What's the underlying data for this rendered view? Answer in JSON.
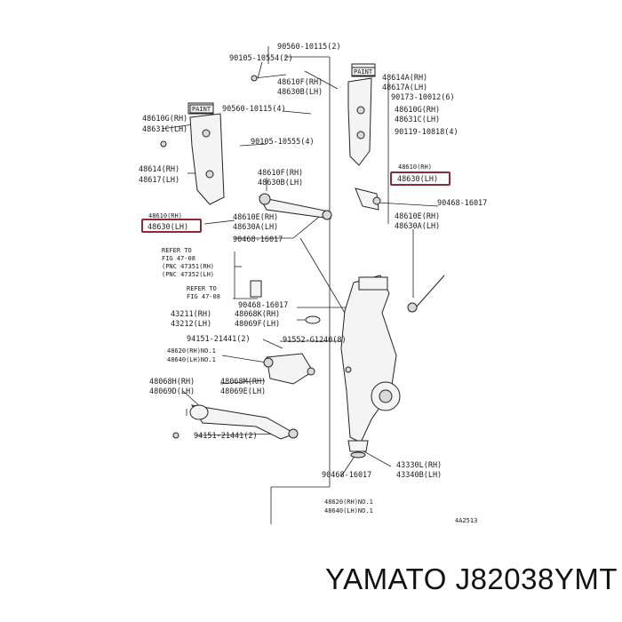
{
  "labels": [
    {
      "id": "l1",
      "text": "90560-10115(2)"
    },
    {
      "id": "l2",
      "text": "90105-10554(2)"
    },
    {
      "id": "l3",
      "text": "48610F(RH)"
    },
    {
      "id": "l4",
      "text": "48630B(LH)"
    },
    {
      "id": "l5",
      "text": "48614A(RH)"
    },
    {
      "id": "l6",
      "text": "48617A(LH)"
    },
    {
      "id": "l7",
      "text": "90173-10012(6)"
    },
    {
      "id": "l8",
      "text": "48610G(RH)"
    },
    {
      "id": "l9",
      "text": "48631C(LH)"
    },
    {
      "id": "l10",
      "text": "90560-10115(4)"
    },
    {
      "id": "l11",
      "text": "48610G(RH)"
    },
    {
      "id": "l12",
      "text": "48631C(LH)"
    },
    {
      "id": "l13",
      "text": "90119-10818(4)"
    },
    {
      "id": "l14",
      "text": "90105-10555(4)"
    },
    {
      "id": "l15",
      "text": "48614(RH)"
    },
    {
      "id": "l16",
      "text": "48617(LH)"
    },
    {
      "id": "l17",
      "text": "48610F(RH)"
    },
    {
      "id": "l18",
      "text": "48630B(LH)"
    },
    {
      "id": "l19",
      "text": "48610(RH)"
    },
    {
      "id": "l20",
      "text": "48630(LH)"
    },
    {
      "id": "l21",
      "text": "90468-16017"
    },
    {
      "id": "l22",
      "text": "48610(RH)"
    },
    {
      "id": "l23",
      "text": "48630(LH)"
    },
    {
      "id": "l24",
      "text": "48610E(RH)"
    },
    {
      "id": "l25",
      "text": "48630A(LH)"
    },
    {
      "id": "l26",
      "text": "48610E(RH)"
    },
    {
      "id": "l27",
      "text": "48630A(LH)"
    },
    {
      "id": "l28",
      "text": "90468-16017"
    },
    {
      "id": "l29",
      "text": "REFER TO"
    },
    {
      "id": "l30",
      "text": "FIG 47-08"
    },
    {
      "id": "l31",
      "text": "(PNC 47351(RH)"
    },
    {
      "id": "l32",
      "text": "(PNC 47352(LH)"
    },
    {
      "id": "l33",
      "text": "REFER TO"
    },
    {
      "id": "l34",
      "text": "FIG 47-08"
    },
    {
      "id": "l35",
      "text": "90468-16017"
    },
    {
      "id": "l36",
      "text": "43211(RH)"
    },
    {
      "id": "l37",
      "text": "43212(LH)"
    },
    {
      "id": "l38",
      "text": "48068K(RH)"
    },
    {
      "id": "l39",
      "text": "48069F(LH)"
    },
    {
      "id": "l40",
      "text": "94151-21441(2)"
    },
    {
      "id": "l41",
      "text": "91552-G1240(8)"
    },
    {
      "id": "l42",
      "text": "48620(RH)NO.1"
    },
    {
      "id": "l43",
      "text": "48640(LH)NO.1"
    },
    {
      "id": "l44",
      "text": "48068H(RH)"
    },
    {
      "id": "l45",
      "text": "48069D(LH)"
    },
    {
      "id": "l46",
      "text": "48068M(RH)"
    },
    {
      "id": "l47",
      "text": "48069E(LH)"
    },
    {
      "id": "l48",
      "text": "94151-21441(2)"
    },
    {
      "id": "l49",
      "text": "43330L(RH)"
    },
    {
      "id": "l50",
      "text": "43340B(LH)"
    },
    {
      "id": "l51",
      "text": "90468-16017"
    },
    {
      "id": "l52",
      "text": "48620(RH)NO.1"
    },
    {
      "id": "l53",
      "text": "48640(LH)NO.1"
    },
    {
      "id": "l54",
      "text": "4A2513"
    },
    {
      "id": "l55",
      "text": "PAINT"
    },
    {
      "id": "l56",
      "text": "PAINT"
    }
  ],
  "brand": "YAMATO J82038YMT",
  "highlight_color": "#8b2b3a"
}
